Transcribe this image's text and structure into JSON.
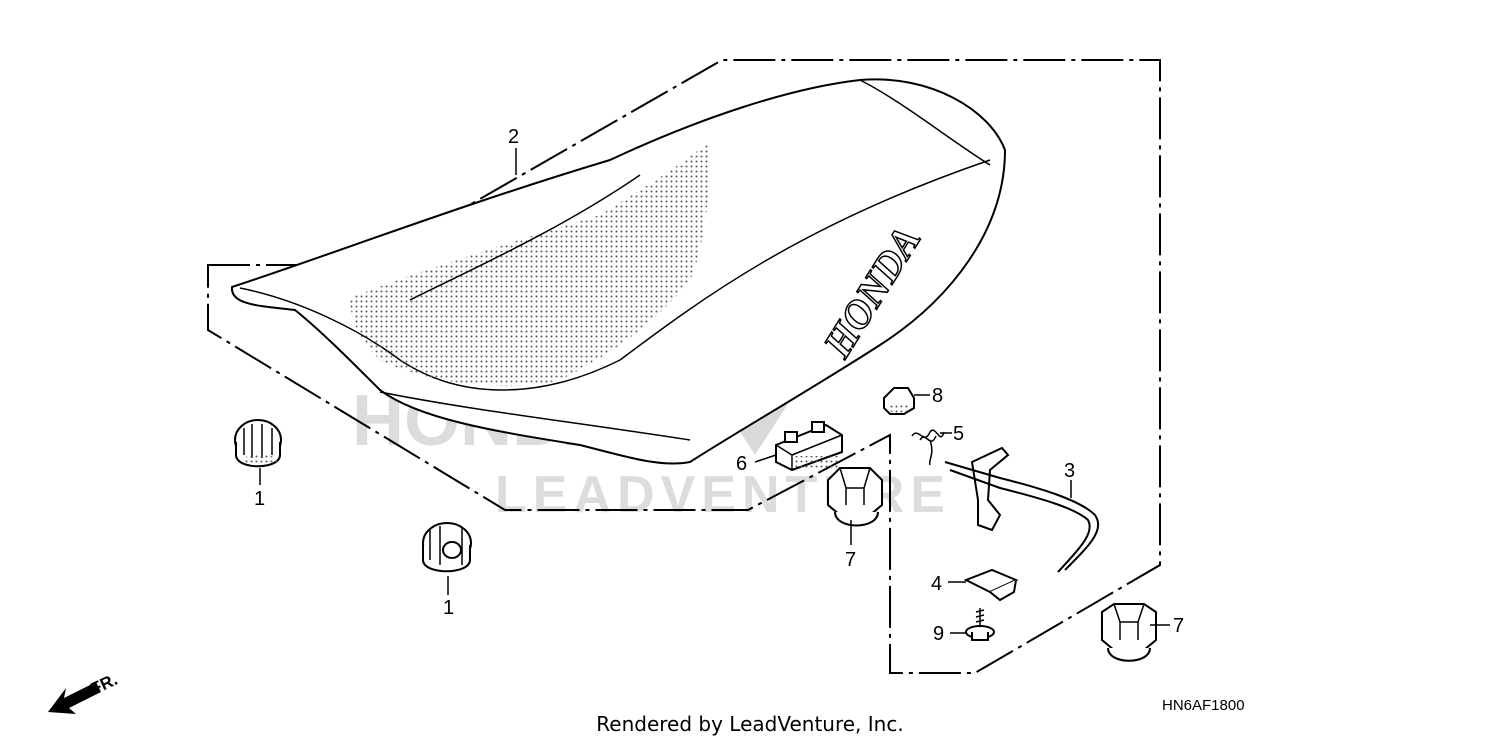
{
  "diagram": {
    "callouts": {
      "c1a": "1",
      "c1b": "1",
      "c2": "2",
      "c3": "3",
      "c4": "4",
      "c5": "5",
      "c6": "6",
      "c7a": "7",
      "c7b": "7",
      "c8": "8",
      "c9": "9"
    },
    "seat_brand": "HONDA",
    "front_label": "FR.",
    "diagram_code": "HN6AF1800",
    "footer": "Rendered by LeadVenture, Inc.",
    "watermark": {
      "brand": "HONDA",
      "company": "LEADVENTURE"
    },
    "colors": {
      "ink": "#000000",
      "watermark": "#d9d9d9",
      "background": "#ffffff"
    }
  }
}
